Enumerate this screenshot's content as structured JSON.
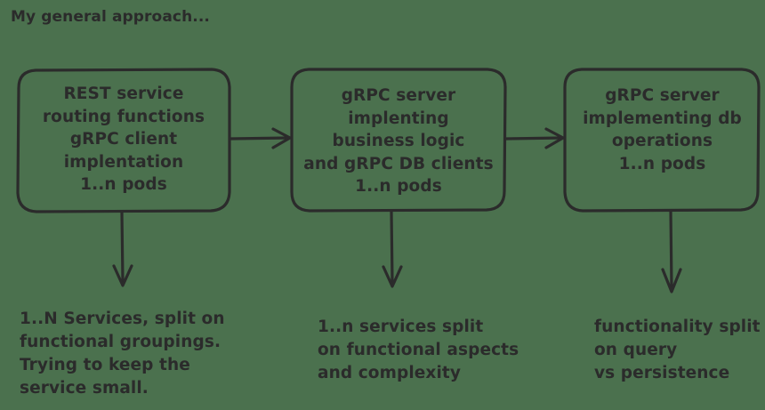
{
  "diagram": {
    "title": "My general approach...",
    "background_color": "#4b714e",
    "ink_color": "#2b2b2b",
    "style": "hand-drawn sketch",
    "nodes": [
      {
        "id": "node-1",
        "text": "REST service\nrouting functions\ngRPC client\nimplentation\n1..n pods",
        "caption": "1..N Services, split on\nfunctional groupings.\nTrying to keep the\nservice small."
      },
      {
        "id": "node-2",
        "text": "gRPC server implenting\nbusiness logic\nand gRPC DB clients\n1..n pods",
        "caption": "1..n services split\non functional aspects\nand complexity"
      },
      {
        "id": "node-3",
        "text": "gRPC server\nimplementing db\noperations\n1..n pods",
        "caption": "functionality split\non query\nvs persistence"
      }
    ],
    "connectors": [
      {
        "id": "arrow-node1-to-node2",
        "from": "node-1",
        "to": "node-2",
        "direction": "right"
      },
      {
        "id": "arrow-node2-to-node3",
        "from": "node-2",
        "to": "node-3",
        "direction": "right"
      },
      {
        "id": "arrow-node1-to-caption1",
        "from": "node-1",
        "to": "caption-1",
        "direction": "down"
      },
      {
        "id": "arrow-node2-to-caption2",
        "from": "node-2",
        "to": "caption-2",
        "direction": "down"
      },
      {
        "id": "arrow-node3-to-caption3",
        "from": "node-3",
        "to": "caption-3",
        "direction": "down"
      }
    ]
  }
}
